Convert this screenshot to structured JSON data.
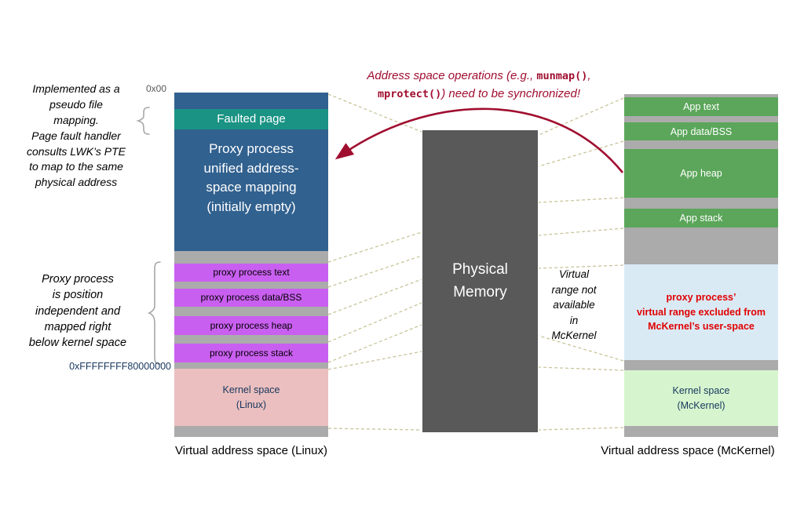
{
  "annotations": {
    "pseudo_file": "Implemented as a\npseudo file\nmapping.\nPage fault handler\nconsults LWK’s PTE\nto map to the same\nphysical address",
    "proxy_position": "Proxy process\nis position\nindependent and\nmapped right\nbelow kernel space",
    "virtual_range": "Virtual\nrange not\navailable\nin\nMcKernel",
    "sync": {
      "part1": "Address space operations (e.g., ",
      "code1": "munmap()",
      "part2": ",",
      "code2": "mprotect()",
      "part3": ") need to be synchronized!"
    }
  },
  "linux": {
    "addr_top": "0x00",
    "addr_kernel": "0xFFFFFFFF80000000",
    "faulted_page": "Faulted page",
    "unified": "Proxy process\nunified address-\nspace mapping\n(initially empty)",
    "segments": [
      "proxy process text",
      "proxy process data/BSS",
      "proxy process heap",
      "proxy process stack"
    ],
    "kernel_space": "Kernel space\n(Linux)",
    "caption": "Virtual address space (Linux)"
  },
  "physical": {
    "label": "Physical\nMemory"
  },
  "mckernel": {
    "segments": [
      "App text",
      "App data/BSS",
      "App heap",
      "App stack"
    ],
    "excluded": "proxy process’\nvirtual range excluded from\nMcKernel’s user-space",
    "kernel_space": "Kernel space\n(McKernel)",
    "caption": "Virtual address space (McKernel)"
  },
  "colors": {
    "unified_blue": "#31618F",
    "faulted_teal": "#1A9384",
    "band_gray": "#ABABAB",
    "proxy_purple": "#C95FF0",
    "linux_kernel_pink": "#EBBFBF",
    "physical_gray": "#595959",
    "app_green": "#5BA65A",
    "excluded_light_blue": "#DAEAF5",
    "mckernel_kernel_green": "#D6F5CE",
    "sync_red": "#A00E2F",
    "excluded_text_red": "#E00000",
    "kernel_text_navy": "#17375E",
    "dashed_line": "#C9C49B"
  }
}
